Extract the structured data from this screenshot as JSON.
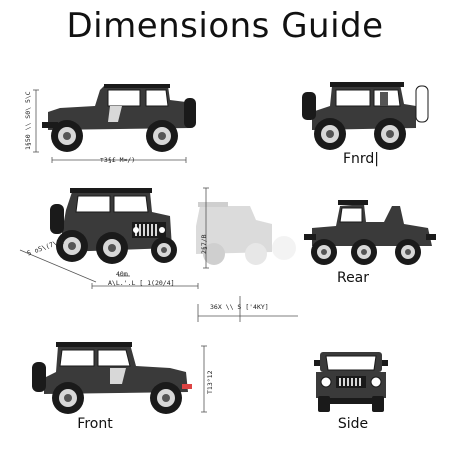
{
  "title": "Dimensions Guide",
  "views": {
    "top_right_label": "Fnrd|",
    "mid_right_label": "Rear",
    "bottom_left_label": "Front",
    "bottom_right_label": "Side"
  },
  "dimension_labels": {
    "d1_vertical": "1§50 \\\\ S0\\ 5\\C",
    "d1_horizontal": "⊤3§£ M¤/)",
    "d2_diagonal": "S o5\\(7\\0(",
    "d2_horizontal_a": "40m",
    "d2_horizontal_b": "A\\L.'.L [ 1(20/4]",
    "d3_vertical": "2§7/B",
    "d3_horizontal": "36X \\\\ S ['4KY]",
    "d4_vertical": "T13°12"
  },
  "colors": {
    "body": "#3a3a3a",
    "dark": "#1a1a1a",
    "wheel_rim": "#d8d8d8",
    "dim_line": "#555555"
  }
}
